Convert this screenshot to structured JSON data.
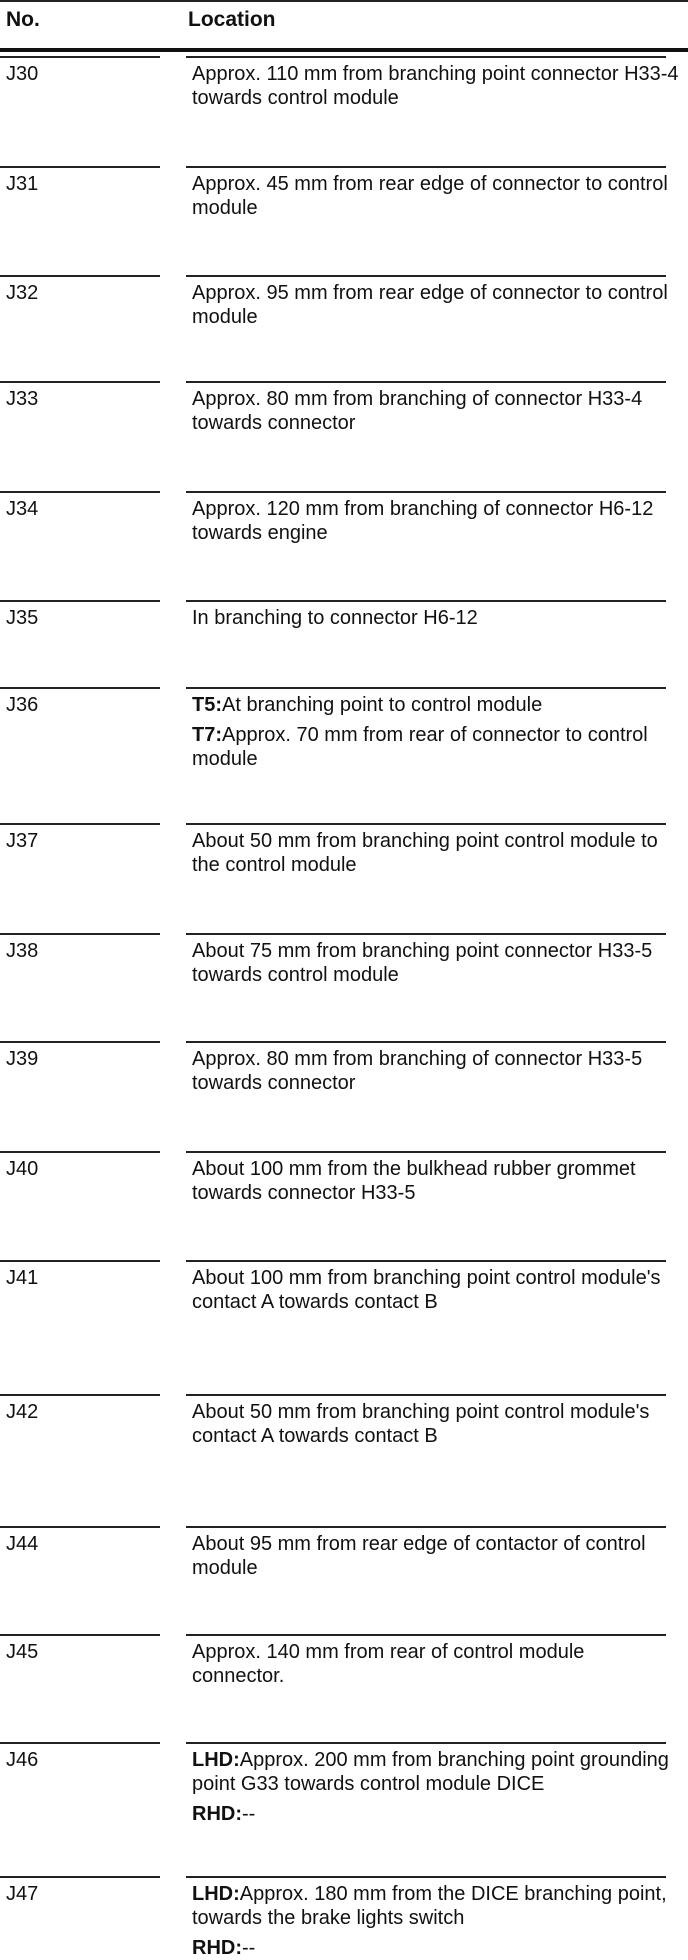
{
  "table": {
    "header": {
      "no": "No.",
      "location": "Location"
    },
    "rows": [
      {
        "no": "J30",
        "paras": [
          {
            "label": "",
            "text": "Approx. 110 mm from branching point connector H33-4 towards control module"
          }
        ]
      },
      {
        "no": "J31",
        "paras": [
          {
            "label": "",
            "text": "Approx. 45 mm from rear edge of connector to control module"
          }
        ]
      },
      {
        "no": "J32",
        "paras": [
          {
            "label": "",
            "text": "Approx. 95 mm from rear edge of connector to control module"
          }
        ]
      },
      {
        "no": "J33",
        "paras": [
          {
            "label": "",
            "text": "Approx. 80 mm from branching of connector H33-4 towards connector"
          }
        ]
      },
      {
        "no": "J34",
        "paras": [
          {
            "label": "",
            "text": "Approx. 120 mm from branching of connector H6-12 towards engine"
          }
        ]
      },
      {
        "no": "J35",
        "paras": [
          {
            "label": "",
            "text": "In branching to connector H6-12"
          }
        ]
      },
      {
        "no": "J36",
        "paras": [
          {
            "label": "T5:",
            "text": "At branching point to control module"
          },
          {
            "label": "T7:",
            "text": "Approx. 70 mm from rear of connector to control module"
          }
        ]
      },
      {
        "no": "J37",
        "paras": [
          {
            "label": "",
            "text": "About 50 mm from branching point control module to the control module"
          }
        ]
      },
      {
        "no": "J38",
        "paras": [
          {
            "label": "",
            "text": "About 75 mm from branching point connector H33-5 towards control module"
          }
        ]
      },
      {
        "no": "J39",
        "paras": [
          {
            "label": "",
            "text": "Approx. 80 mm from branching of connector H33-5 towards connector"
          }
        ]
      },
      {
        "no": "J40",
        "paras": [
          {
            "label": "",
            "text": "About 100 mm from the bulkhead rubber grommet towards connector H33-5"
          }
        ]
      },
      {
        "no": "J41",
        "paras": [
          {
            "label": "",
            "text": "About 100 mm from branching point control module's contact A towards contact B"
          }
        ]
      },
      {
        "no": "J42",
        "paras": [
          {
            "label": "",
            "text": "About 50 mm from branching point control module's contact A towards contact B"
          }
        ]
      },
      {
        "no": "J44",
        "paras": [
          {
            "label": "",
            "text": "About 95 mm from rear edge of contactor of control module"
          }
        ]
      },
      {
        "no": "J45",
        "paras": [
          {
            "label": "",
            "text": "Approx. 140 mm from rear of control module connector."
          }
        ]
      },
      {
        "no": "J46",
        "paras": [
          {
            "label": "LHD:",
            "text": "Approx. 200 mm from branching point grounding point G33 towards control module DICE"
          },
          {
            "label": "RHD:",
            "text": "--"
          }
        ]
      },
      {
        "no": "J47",
        "paras": [
          {
            "label": "LHD:",
            "text": "Approx. 180 mm from the DICE branching point, towards the brake lights switch"
          },
          {
            "label": "RHD:",
            "text": "--"
          }
        ]
      }
    ]
  }
}
